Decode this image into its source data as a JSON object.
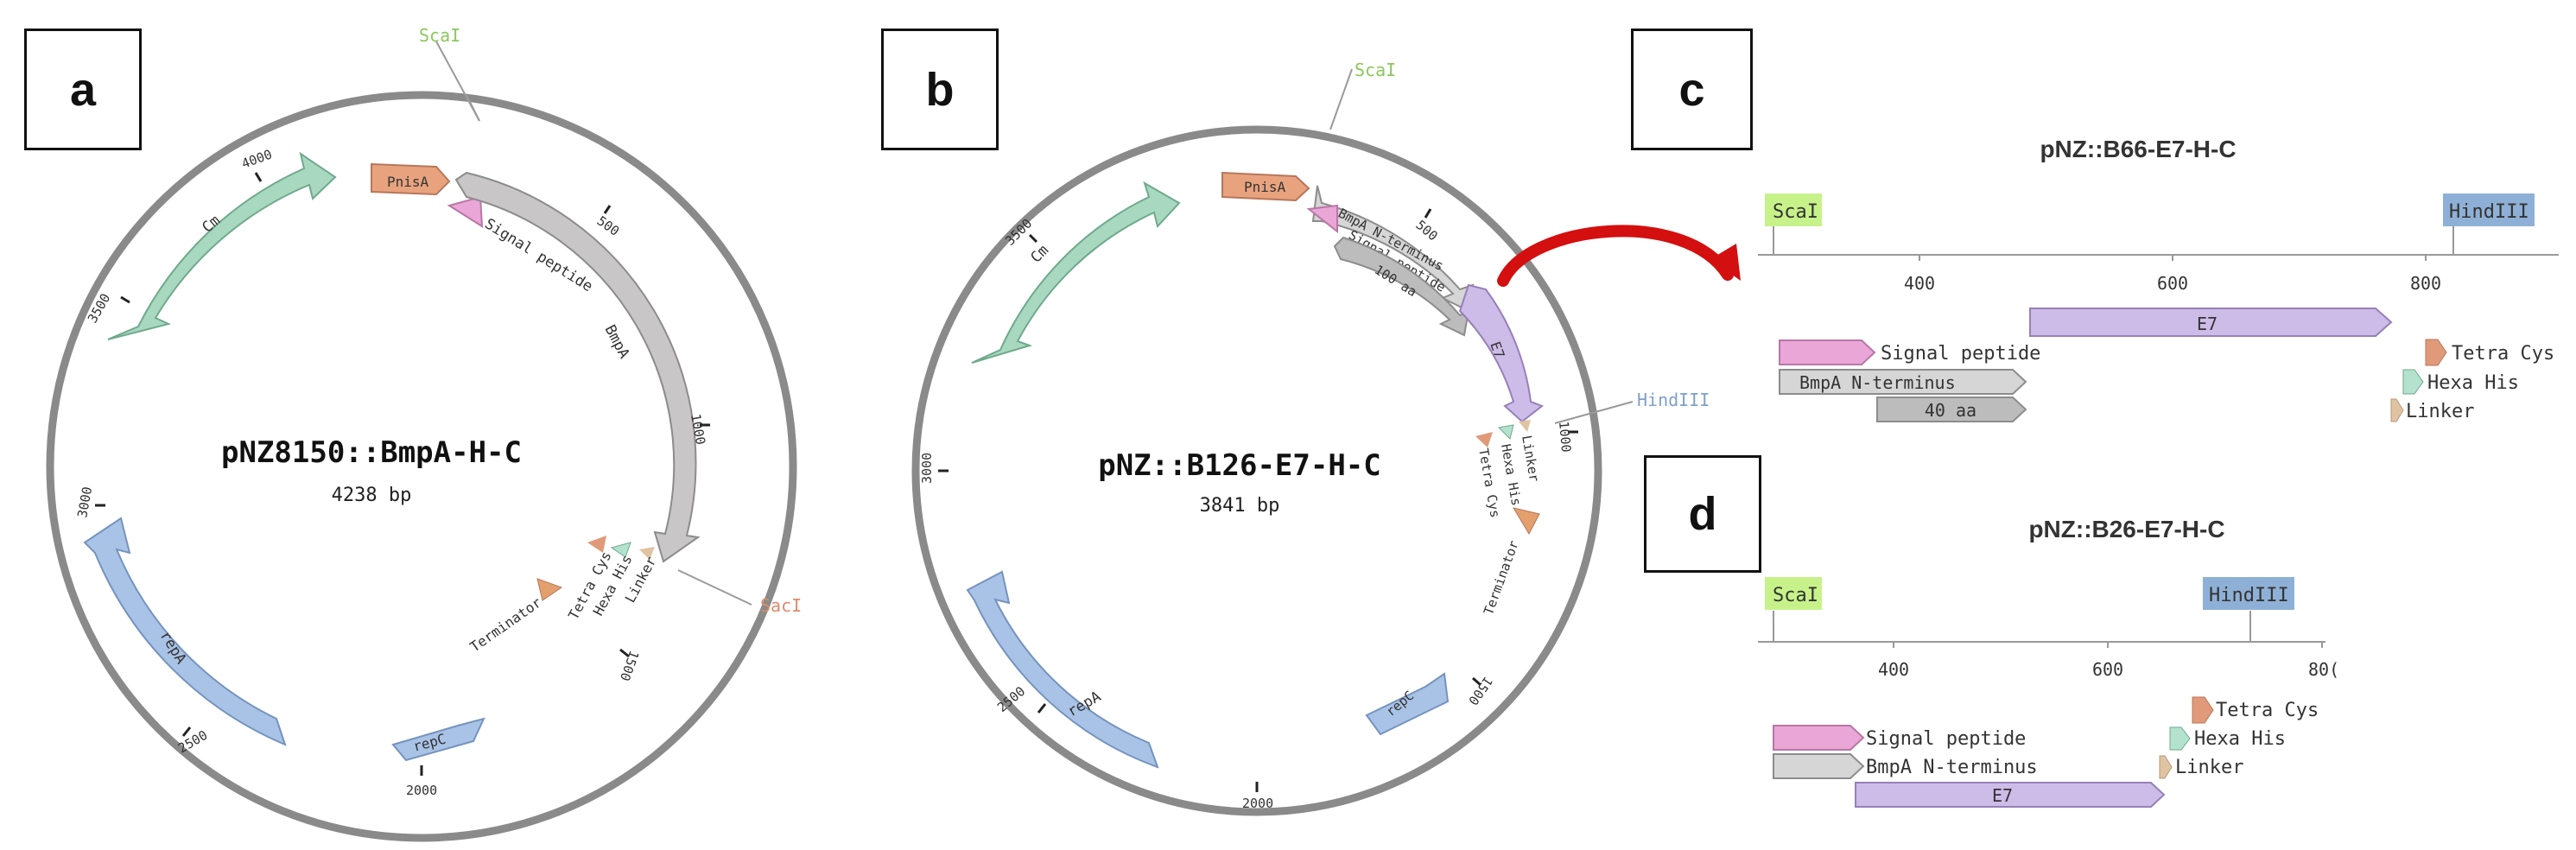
{
  "panels": {
    "a": {
      "label": "a",
      "map_name": "pNZ8150::BmpA-H-C",
      "size": "4238 bp",
      "ticks": [
        "500",
        "1000",
        "1500",
        "2000",
        "2500",
        "3000",
        "3500",
        "4000"
      ],
      "features": {
        "cm": "Cm",
        "pnisa": "PnisA",
        "signal_peptide": "Signal peptide",
        "bmpa": "BmpA",
        "repa": "repA",
        "repc": "repC",
        "terminator": "Terminator",
        "tetra_cys": "Tetra Cys",
        "hexa_his": "Hexa His",
        "linker": "Linker"
      },
      "sites": {
        "scai": "ScaI",
        "saci": "SacI"
      }
    },
    "b": {
      "label": "b",
      "map_name": "pNZ::B126-E7-H-C",
      "size": "3841 bp",
      "ticks": [
        "500",
        "1000",
        "1500",
        "2000",
        "2500",
        "3000",
        "3500"
      ],
      "features": {
        "cm": "Cm",
        "pnisa": "PnisA",
        "bmpa_n": "BmpA N-terminus",
        "signal_peptide": "Signal peptide",
        "aa": "100 aa",
        "e7": "E7",
        "repa": "repA",
        "repc": "repC",
        "terminator": "Terminator",
        "tetra_cys": "Tetra Cys",
        "hexa_his": "Hexa His",
        "linker": "Linker"
      },
      "sites": {
        "scai": "ScaI",
        "hindiii": "HindIII"
      }
    },
    "c": {
      "label": "c",
      "title": "pNZ::B66-E7-H-C",
      "sites": {
        "scai": "ScaI",
        "hindiii": "HindIII"
      },
      "ticks": [
        "400",
        "600",
        "800"
      ],
      "features": {
        "e7": "E7",
        "signal_peptide": "Signal peptide",
        "bmpa_n": "BmpA N-terminus",
        "aa": "40 aa",
        "tetra_cys": "Tetra Cys",
        "hexa_his": "Hexa His",
        "linker": "Linker"
      }
    },
    "d": {
      "label": "d",
      "title": "pNZ::B26-E7-H-C",
      "sites": {
        "scai": "ScaI",
        "hindiii": "HindIII"
      },
      "ticks": [
        "400",
        "600",
        "80("
      ],
      "features": {
        "signal_peptide": "Signal peptide",
        "bmpa_n": "BmpA N-terminus",
        "e7": "E7",
        "tetra_cys": "Tetra Cys",
        "hexa_his": "Hexa His",
        "linker": "Linker"
      }
    }
  },
  "colors": {
    "cm": "#a8d8c0",
    "pnisa": "#e8a37e",
    "signal": "#e9a6d6",
    "bmpa": "#c8c6c6",
    "aa": "#bdbcbc",
    "e7": "#cdbbe8",
    "rep": "#a9c3e6",
    "tetra": "#e09a7a",
    "hexa": "#b3e2cf",
    "linker": "#e0c3a3",
    "terminator": "#e3a06c",
    "scai": "#c7f28a",
    "hindiii": "#8fb0d6",
    "arrow": "#d40f0f"
  }
}
